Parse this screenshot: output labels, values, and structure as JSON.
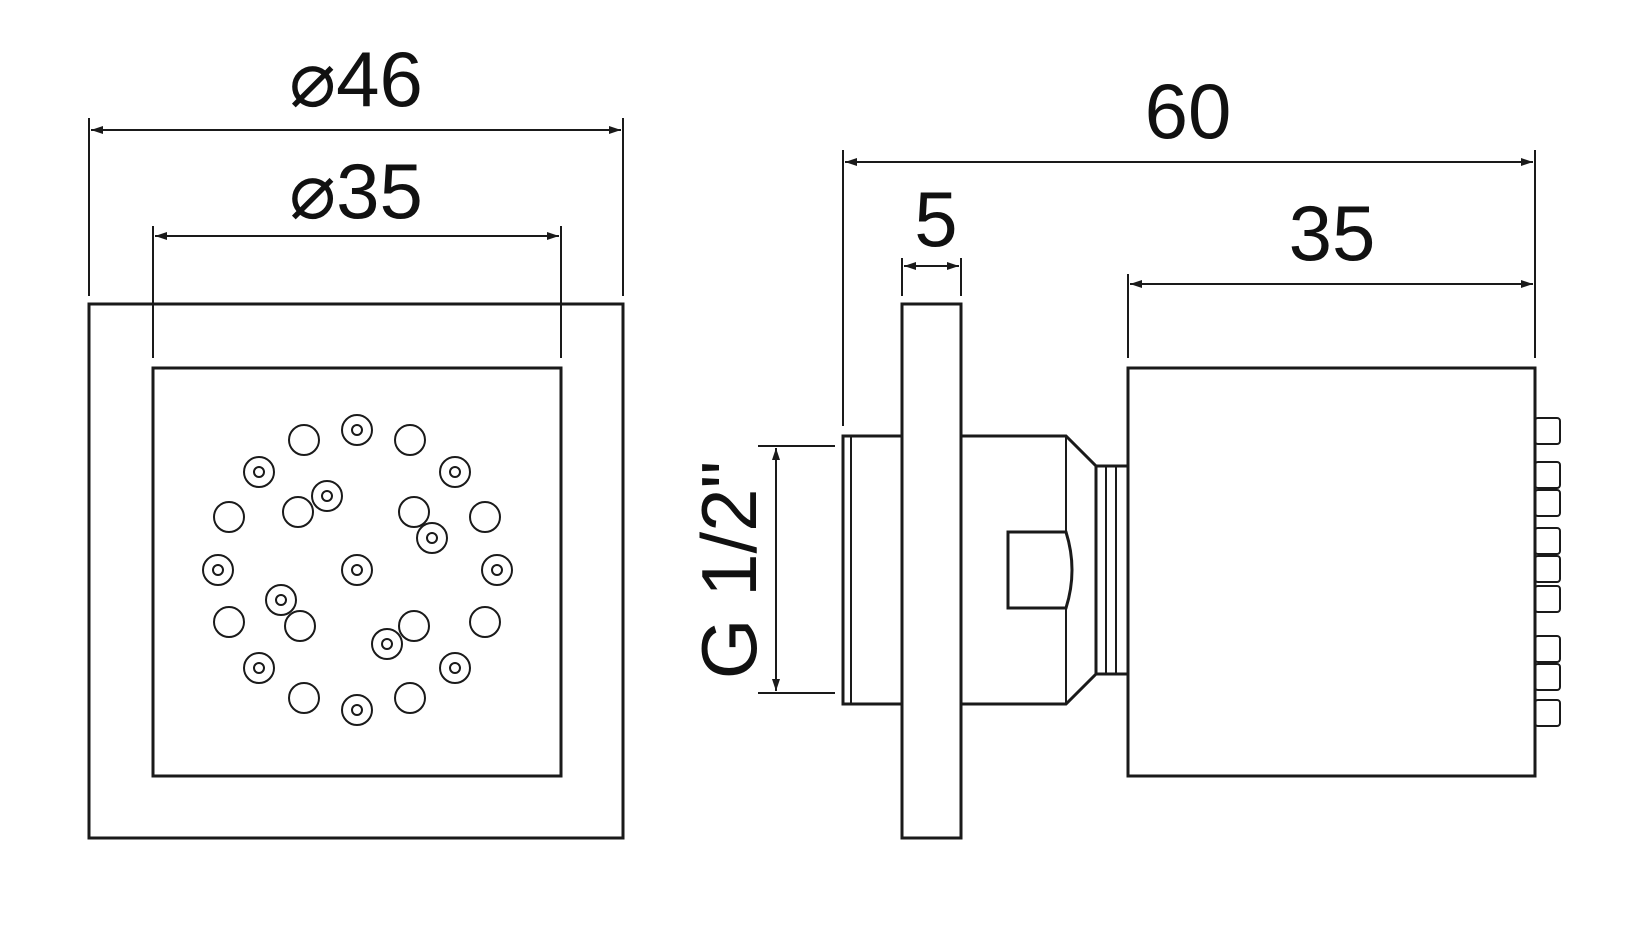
{
  "dimensions": {
    "outer_diameter": "⌀46",
    "inner_diameter": "⌀35",
    "total_length": "60",
    "flange_thickness": "5",
    "head_length": "35",
    "thread": "G 1/2\""
  },
  "colors": {
    "line": "#1a1a1a",
    "background": "#ffffff"
  }
}
